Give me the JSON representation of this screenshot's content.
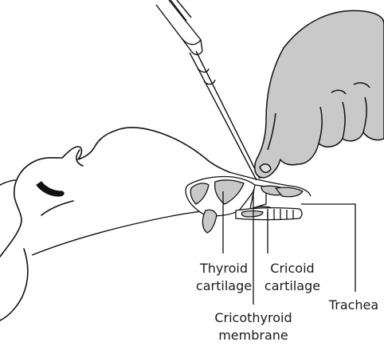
{
  "labels": {
    "thyroid_l1": "Thyroid",
    "thyroid_l2": "cartilage",
    "cricoid_l1": "Cricoid",
    "cricoid_l2": "cartilage",
    "trachea": "Trachea",
    "cricothyroid_l1": "Cricothyroid",
    "cricothyroid_l2": "membrane"
  },
  "colors": {
    "line": "#111111",
    "cartilage_fill": "#c8c8c8",
    "hand_fill": "#c9c9c9",
    "background": "#ffffff"
  }
}
